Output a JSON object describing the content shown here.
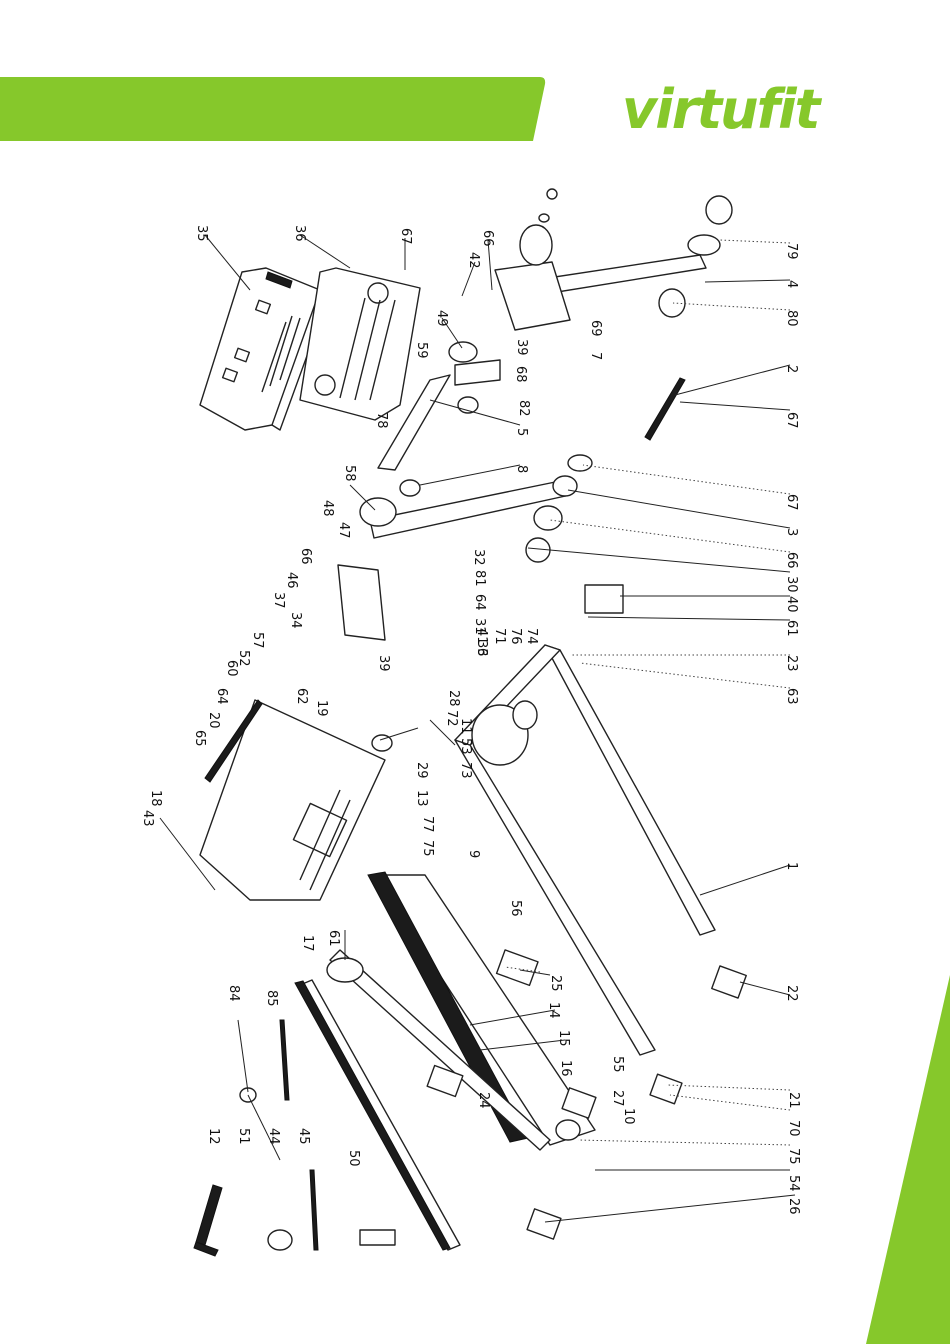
{
  "brand": {
    "logo_text": "virtufit",
    "accent": "#86c82b"
  },
  "labels": [
    "35",
    "36",
    "67",
    "66",
    "42",
    "49",
    "59",
    "68",
    "39",
    "7",
    "69",
    "79",
    "4",
    "80",
    "2",
    "67",
    "78",
    "5",
    "82",
    "58",
    "8",
    "48",
    "47",
    "66",
    "46",
    "37",
    "34",
    "57",
    "52",
    "32",
    "81",
    "64",
    "31",
    "33",
    "6",
    "39",
    "67",
    "3",
    "66",
    "30",
    "40",
    "61",
    "28",
    "72",
    "41",
    "71",
    "76",
    "74",
    "23",
    "63",
    "60",
    "64",
    "20",
    "65",
    "62",
    "19",
    "11",
    "53",
    "73",
    "29",
    "13",
    "18",
    "43",
    "77",
    "75",
    "9",
    "56",
    "61",
    "1",
    "17",
    "25",
    "14",
    "15",
    "16",
    "22",
    "84",
    "85",
    "55",
    "27",
    "24",
    "10",
    "21",
    "70",
    "75",
    "54",
    "12",
    "51",
    "44",
    "45",
    "50",
    "26"
  ]
}
